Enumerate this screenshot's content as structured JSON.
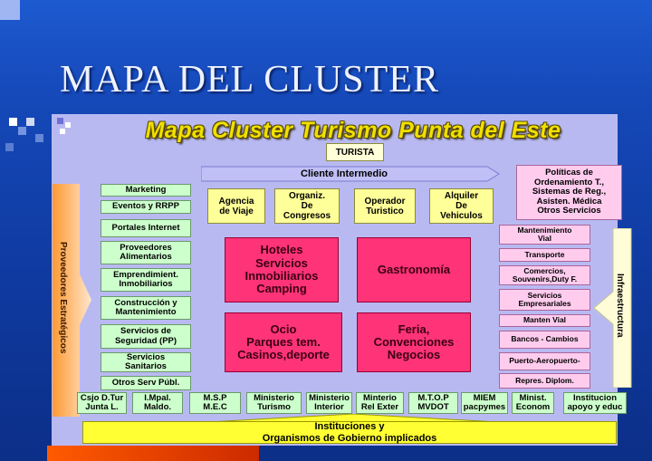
{
  "slide": {
    "title": "MAPA DEL CLUSTER"
  },
  "diagram": {
    "title": "Mapa Cluster Turismo Punta del Este"
  },
  "top": {
    "turista": "TURISTA",
    "cliente": "Cliente Intermedio",
    "politicas": "Políticas de\nOrdenamiento T.,\nSistemas de Reg.,\nAsisten. Médica\nOtros Servicios"
  },
  "intermediarios": [
    "Agencia\nde Viaje",
    "Organiz.\nDe\nCongresos",
    "Operador\nTuristico",
    "Alquiler\nDe\nVehiculos"
  ],
  "nucleo": [
    "Hoteles\nServicios\nInmobiliarios\nCamping",
    "Gastronomía",
    "Ocio\nParques tem.\nCasinos,deporte",
    "Feria,\nConvenciones\nNegocios"
  ],
  "proveedores": {
    "label": "Proveedores Estratégicos",
    "items": [
      "Marketing",
      "Eventos y RRPP",
      "Portales Internet",
      "Proveedores\nAlimentarios",
      "Emprendimient.\nInmobiliarios",
      "Construcción y\nMantenimiento",
      "Servicios de\nSeguridad (PP)",
      "Servicios\nSanitarios",
      "Otros Serv Públ."
    ]
  },
  "infraestructura": {
    "label": "Infraestructura",
    "items": [
      "Mantenimiento\nVial",
      "Transporte",
      "Comercios,\nSouvenirs,Duty F.",
      "Servicios\nEmpresariales",
      "Manten Vial",
      "Bancos - Cambios",
      "Puerto-Aeropuerto-",
      "Repres. Diplom."
    ]
  },
  "instituciones": {
    "items": [
      "Csjo D.Tur\nJunta L.",
      "I.Mpal.\nMaldo.",
      "M.S.P\nM.E.C",
      "Ministerio\nTurismo",
      "Ministerio\nInterior",
      "Minterio\nRel Exter",
      "M.T.O.P\nMVDOT",
      "MIEM\npacpymes",
      "Minist.\nEconom",
      "Institucion\napoyo y educ"
    ],
    "bar_label": "Instituciones y\nOrganismos de Gobierno implicados"
  },
  "colors": {
    "background": "#1548b8",
    "panel": "#b9b9f2",
    "title_yellow": "#f0e000",
    "green_box": "#ccffcc",
    "yellow_box": "#ffff99",
    "pink_box": "#ffccee",
    "magenta_box": "#ff3377",
    "orange_arrow": "#ff9933",
    "bottom_bar": "#ffff33"
  }
}
